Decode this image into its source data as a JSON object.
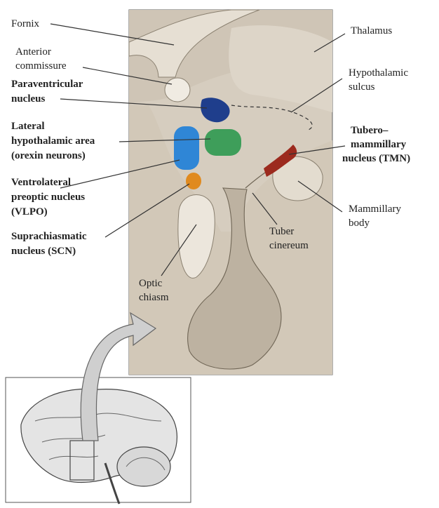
{
  "labels": {
    "fornix": "Fornix",
    "anterior_commissure": [
      "Anterior",
      "commissure"
    ],
    "paraventricular": [
      "Paraventricular",
      "nucleus"
    ],
    "lateral_hypothalamic": [
      "Lateral",
      "hypothalamic area",
      "(orexin neurons)"
    ],
    "vlpo": [
      "Ventrolateral",
      "preoptic nucleus",
      "(VLPO)"
    ],
    "scn": [
      "Suprachiasmatic",
      "nucleus (SCN)"
    ],
    "thalamus": "Thalamus",
    "hypothalamic_sulcus": [
      "Hypothalamic",
      "sulcus"
    ],
    "tmn": [
      "Tubero–",
      "mammillary",
      "nucleus (TMN)"
    ],
    "mammillary_body": [
      "Mammillary",
      "body"
    ],
    "tuber_cinereum": [
      "Tuber",
      "cinereum"
    ],
    "optic_chiasm": [
      "Optic",
      "chiasm"
    ]
  },
  "colors": {
    "paraventricular": "#1f3e8c",
    "lateral_hypothalamic": "#3e9e5a",
    "orexin_blue": "#2f86d6",
    "vlpo": "#e08a1e",
    "tmn": "#9c2a1e",
    "tissue": "#d9d1c4"
  }
}
